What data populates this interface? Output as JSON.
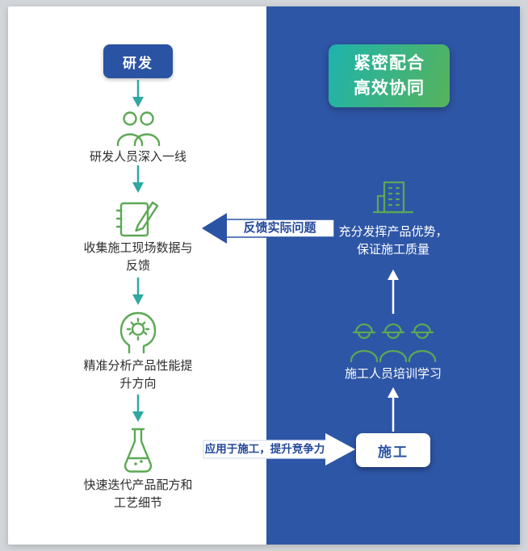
{
  "left_flow": {
    "start_label": "研发",
    "steps": [
      {
        "icon": "two-people",
        "label": "研发人员深入一线"
      },
      {
        "icon": "notebook-pen",
        "label": [
          "收集施工现场数据与",
          "反馈"
        ]
      },
      {
        "icon": "brain-head",
        "label": [
          "精准分析产品性能提",
          "升方向"
        ]
      },
      {
        "icon": "flask",
        "label": [
          "快速迭代产品配方和",
          "工艺细节"
        ]
      }
    ]
  },
  "right_flow": {
    "badge": [
      "紧密配合",
      "高效协同"
    ],
    "top_step": {
      "icon": "building",
      "label": [
        "充分发挥产品优势，",
        "保证施工质量"
      ]
    },
    "mid_step": {
      "icon": "construction-workers",
      "label": "施工人员培训学习"
    },
    "end_label": "施工"
  },
  "connectors": {
    "feedback": "反馈实际问题",
    "apply": "应用于施工，提升竞争力"
  },
  "colors": {
    "panel_blue": "#2e56a6",
    "node_blue": "#2b53a4",
    "icon_green": "#5ca854",
    "arrow_teal": "#2fa8a2",
    "badge_gradient_start": "#1eb3ae",
    "badge_gradient_end": "#56b35a",
    "connector_text_navy": "#24489a"
  }
}
